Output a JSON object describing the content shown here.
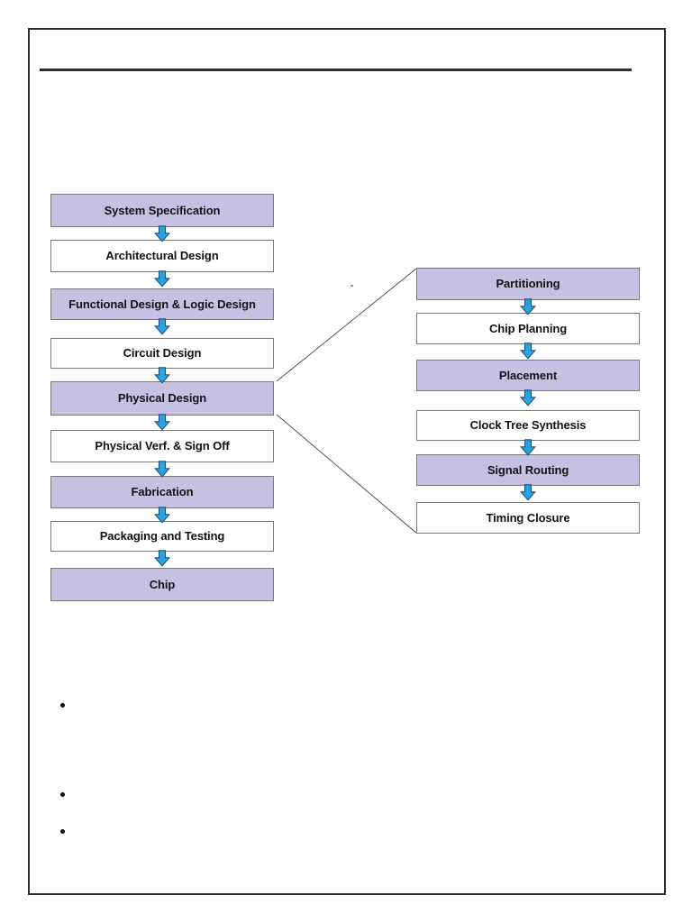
{
  "colors": {
    "purple_fill": "#c6c0e2",
    "white_fill": "#ffffff",
    "box_border": "#7a7a7a",
    "arrow_fill": "#2aa3e0",
    "arrow_stroke": "#1f4e79",
    "frame_border": "#2d2d2d",
    "connector": "#4a4a4a"
  },
  "main_flow": {
    "steps": [
      {
        "label": "System Specification",
        "filled": true
      },
      {
        "label": "Architectural Design",
        "filled": false
      },
      {
        "label": "Functional Design & Logic Design",
        "filled": true
      },
      {
        "label": "Circuit Design",
        "filled": false
      },
      {
        "label": "Physical Design",
        "filled": true
      },
      {
        "label": "Physical Verf. & Sign Off",
        "filled": false
      },
      {
        "label": "Fabrication",
        "filled": true
      },
      {
        "label": "Packaging and Testing",
        "filled": false
      },
      {
        "label": "Chip",
        "filled": true
      }
    ]
  },
  "detail_flow": {
    "steps": [
      {
        "label": "Partitioning",
        "filled": true
      },
      {
        "label": "Chip Planning",
        "filled": false
      },
      {
        "label": "Placement",
        "filled": true
      },
      {
        "label": "Clock Tree Synthesis",
        "filled": false
      },
      {
        "label": "Signal Routing",
        "filled": true
      },
      {
        "label": "Timing Closure",
        "filled": false
      }
    ]
  },
  "bullets": [
    "•",
    "•",
    "•"
  ]
}
